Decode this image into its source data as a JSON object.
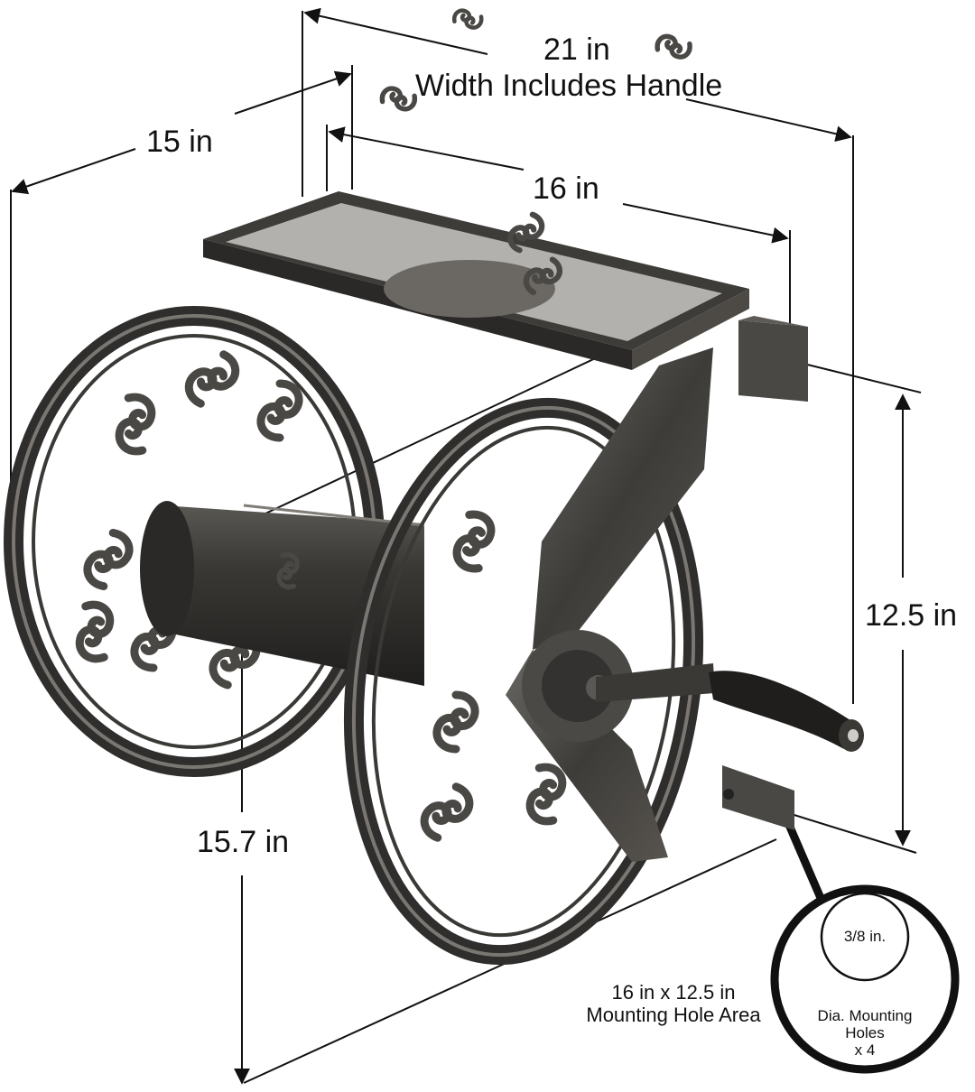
{
  "dimensions": {
    "width_total": "21 in",
    "width_total_note": "Width Includes Handle",
    "depth": "15 in",
    "shelf_width": "16 in",
    "mount_height": "12.5 in",
    "overall_height": "15.7 in"
  },
  "mounting": {
    "area_line1": "16 in x 12.5 in",
    "area_line2": "Mounting Hole Area"
  },
  "detail_callout": {
    "hole_size": "3/8 in.",
    "line1": "Dia. Mounting",
    "line2": "Holes",
    "line3": "x 4"
  },
  "colors": {
    "metal": "#4a4845",
    "metal_dark": "#2b2a28",
    "metal_light": "#8a8783",
    "line": "#111111"
  }
}
